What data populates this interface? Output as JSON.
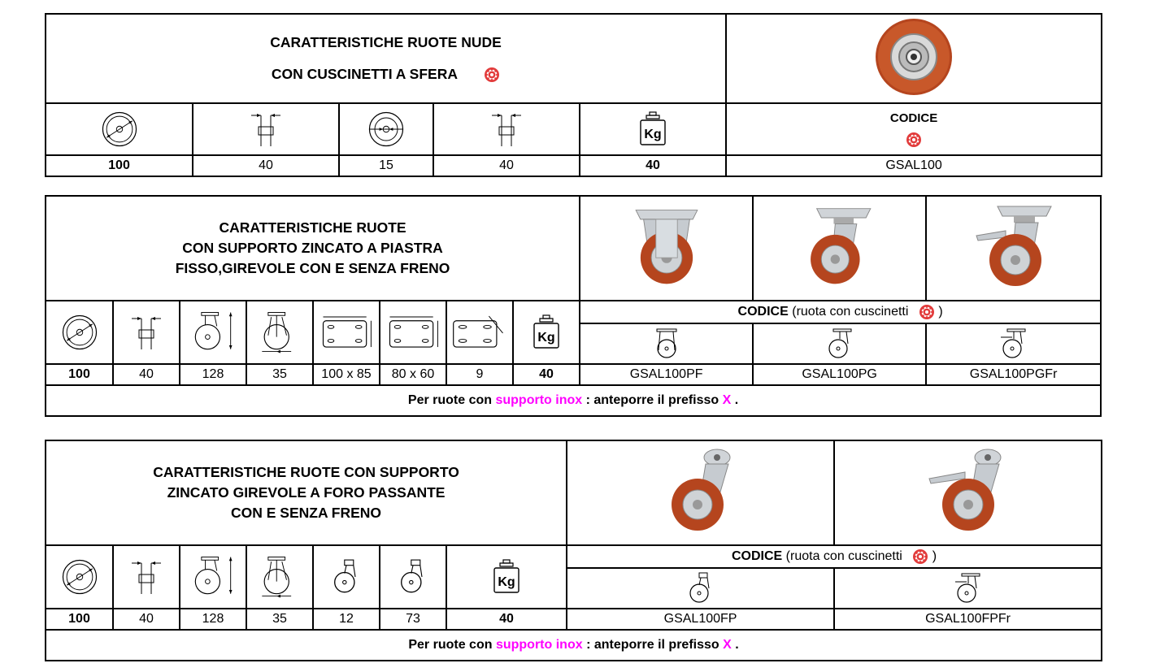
{
  "colors": {
    "highlight": "#ff00ff",
    "wheel_red": "#c0392b",
    "border": "#000000"
  },
  "table1": {
    "title_line1": "CARATTERISTICHE RUOTE NUDE",
    "title_line2": "CON CUSCINETTI A SFERA",
    "codice_label": "CODICE",
    "kg_label": "Kg",
    "values": [
      "100",
      "40",
      "15",
      "40",
      "40"
    ],
    "code": "GSAL100"
  },
  "table2": {
    "title_line1": "CARATTERISTICHE RUOTE",
    "title_line2": "CON SUPPORTO  ZINCATO A PIASTRA",
    "title_line3": "FISSO,GIREVOLE CON E SENZA FRENO",
    "codice_label": "CODICE",
    "codice_note_open": "(ruota con cuscinetti",
    "codice_note_close": ")",
    "kg_label": "Kg",
    "values": [
      "100",
      "40",
      "128",
      "35",
      "100 x 85",
      "80 x 60",
      "9",
      "40"
    ],
    "codes": [
      "GSAL100PF",
      "GSAL100PG",
      "GSAL100PGFr"
    ],
    "note": {
      "prefix": "Per ruote con",
      "highlight": "supporto inox",
      "middle": ": anteporre il prefisso",
      "letter": "X",
      "end": "."
    }
  },
  "table3": {
    "title_line1": "CARATTERISTICHE RUOTE CON SUPPORTO",
    "title_line2": "ZINCATO GIREVOLE A FORO PASSANTE",
    "title_line3": "CON E SENZA FRENO",
    "codice_label": "CODICE",
    "codice_note_open": "(ruota con cuscinetti",
    "codice_note_close": ")",
    "kg_label": "Kg",
    "values": [
      "100",
      "40",
      "128",
      "35",
      "12",
      "73",
      "40"
    ],
    "codes": [
      "GSAL100FP",
      "GSAL100FPFr"
    ],
    "note": {
      "prefix": "Per ruote con",
      "highlight": "supporto inox",
      "middle": ": anteporre il prefisso",
      "letter": "X",
      "end": "."
    }
  },
  "icons": [
    "wheel-diameter-icon",
    "wheel-width-icon",
    "hub-bore-icon",
    "hub-length-icon",
    "weight-kg-icon",
    "ball-bearing-icon",
    "caster-height-icon",
    "caster-offset-icon",
    "plate-size-icon",
    "bolt-spacing-icon",
    "bolt-hole-icon",
    "fixed-caster-icon",
    "swivel-caster-icon",
    "swivel-brake-caster-icon",
    "bolt-hole-caster-icon"
  ]
}
